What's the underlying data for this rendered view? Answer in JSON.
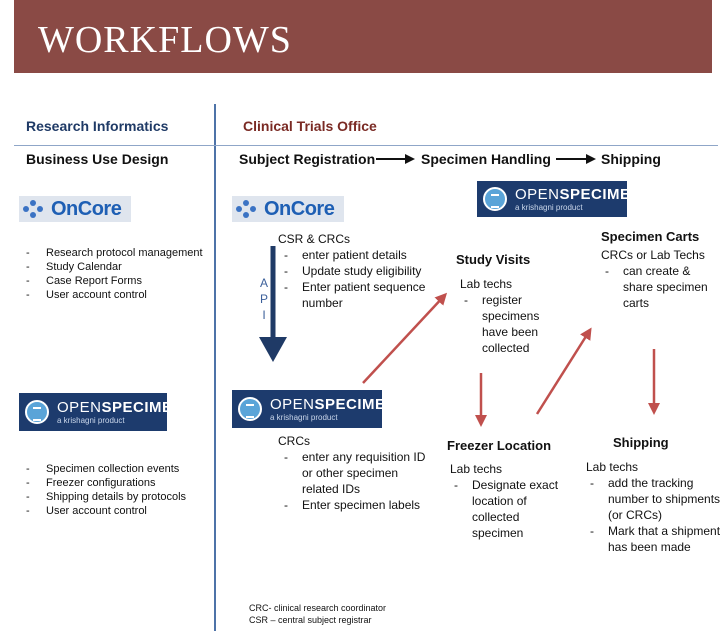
{
  "title": "WORKFLOWS",
  "departments": {
    "research": "Research Informatics",
    "clinical": "Clinical Trials Office"
  },
  "stages": {
    "business": "Business Use Design",
    "subject_registration": "Subject Registration",
    "specimen_handling": "Specimen Handling",
    "shipping": "Shipping"
  },
  "logos": {
    "oncore": "OnCore",
    "openspecimen_main_a": "OPEN",
    "openspecimen_main_b": "SPECIMEN",
    "openspecimen_sub": "a krishagni product"
  },
  "research_oncore_items": [
    "Research protocol management",
    "Study Calendar",
    "Case Report Forms",
    "User account control"
  ],
  "research_os_items": [
    "Specimen collection events",
    "Freezer configurations",
    "Shipping details by protocols",
    "User account control"
  ],
  "api_letters": [
    "A",
    "P",
    "I"
  ],
  "csr_block": {
    "heading": "CSR & CRCs",
    "items": [
      "enter patient details",
      "Update study eligibility",
      "Enter patient sequence number"
    ]
  },
  "crc_block": {
    "heading": "CRCs",
    "items": [
      "enter any requisition ID or other specimen related IDs",
      "Enter specimen labels"
    ]
  },
  "study_visits": {
    "title": "Study Visits",
    "actor": "Lab techs",
    "items": [
      "register specimens have been collected"
    ]
  },
  "freezer_location": {
    "title": "Freezer Location",
    "actor": "Lab techs",
    "items": [
      "Designate exact location of collected specimen"
    ]
  },
  "specimen_carts": {
    "title": "Specimen Carts",
    "actor": "CRCs or Lab Techs",
    "items": [
      "can create & share specimen carts"
    ]
  },
  "shipping": {
    "title": "Shipping",
    "actor": "Lab techs",
    "items": [
      "add the tracking number to shipments (or CRCs)",
      "Mark that a shipment has been made"
    ]
  },
  "footnotes": [
    "CRC- clinical research coordinator",
    "CSR – central subject registrar"
  ],
  "colors": {
    "title_bar": "#8a4a45",
    "research_heading": "#1f3a66",
    "clinical_heading": "#7a2a24",
    "arrow_red": "#c0504d",
    "arrow_blue": "#1f3a66"
  }
}
